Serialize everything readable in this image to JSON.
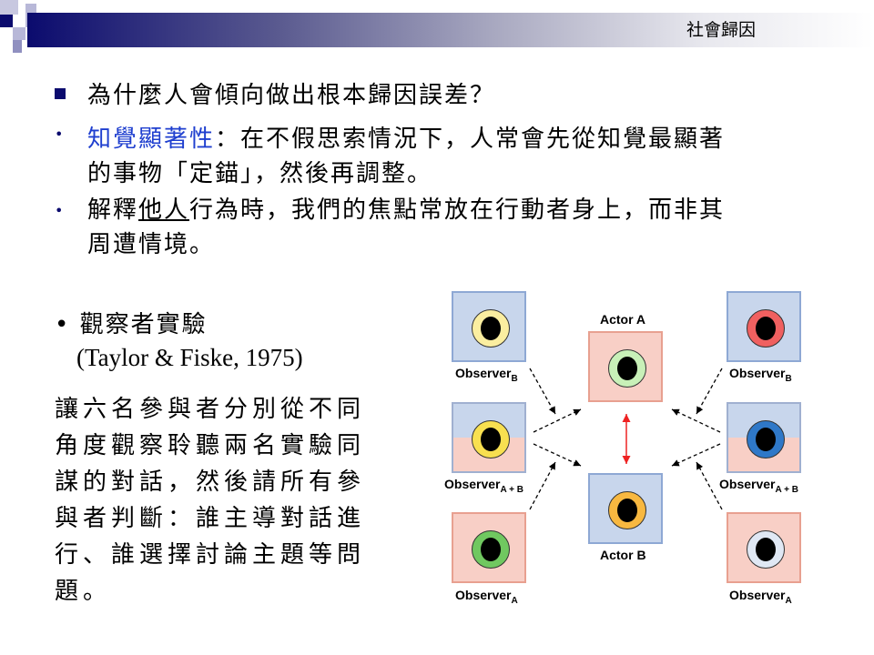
{
  "header": {
    "title": "社會歸因"
  },
  "bullets": [
    {
      "text": "為什麼人會傾向做出根本歸因誤差？"
    },
    {
      "highlight": "知覺顯著性",
      "line1": "：在不假思索情況下，人常會先從知覺最顯著",
      "line2": "的事物「定錨」，然後再調整。"
    },
    {
      "pre": "解釋",
      "underline": "他人",
      "post": "行為時，我們的焦點常放在行動者身上，而非其",
      "line2": "周遭情境。"
    }
  ],
  "experiment": {
    "title": "觀察者實驗",
    "citation": "(Taylor & Fiske, 1975)",
    "lines": [
      "讓六名參與者分別從不同",
      "角度觀察聆聽兩名實驗同",
      "謀的對話，然後請所有參",
      "與者判斷：誰主導對話進",
      "行、誰選擇討論主題等問",
      "題。"
    ]
  },
  "figure": {
    "actor_a": "Actor A",
    "actor_b": "Actor B",
    "observer": "Observer",
    "sub_a": "A",
    "sub_b": "B",
    "sub_ab": "A + B"
  }
}
